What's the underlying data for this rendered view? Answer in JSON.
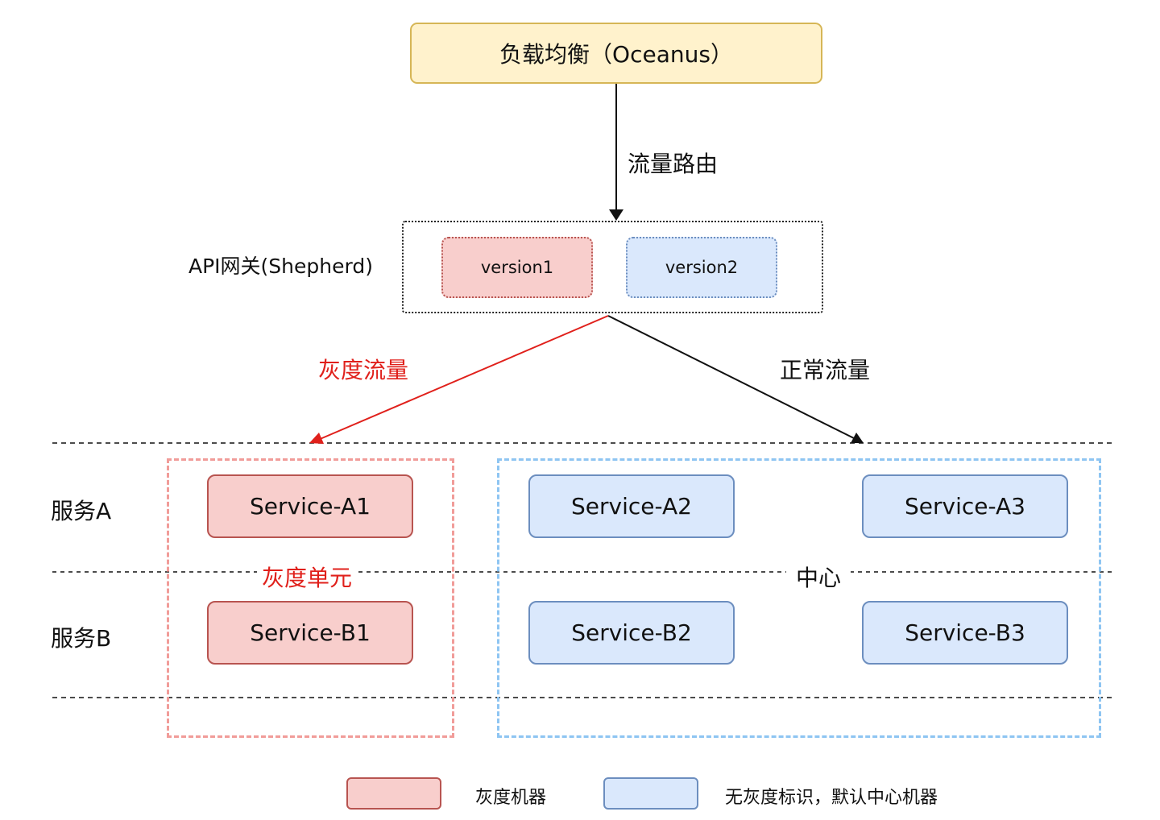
{
  "load_balancer": {
    "label": "负载均衡（Oceanus）"
  },
  "routing_edge": {
    "label": "流量路由"
  },
  "gateway": {
    "label": "API网关(Shepherd)",
    "versions": [
      "version1",
      "version2"
    ]
  },
  "traffic": {
    "gray_label": "灰度流量",
    "normal_label": "正常流量"
  },
  "rows": {
    "service_a": "服务A",
    "service_b": "服务B"
  },
  "zones": {
    "gray_unit": "灰度单元",
    "center": "中心"
  },
  "services": {
    "a1": "Service-A1",
    "a2": "Service-A2",
    "a3": "Service-A3",
    "b1": "Service-B1",
    "b2": "Service-B2",
    "b3": "Service-B3"
  },
  "legend": {
    "gray": "灰度机器",
    "center": "无灰度标识，默认中心机器"
  },
  "colors": {
    "gray_fill": "#f8cecc",
    "gray_stroke": "#b85450",
    "center_fill": "#dae8fc",
    "center_stroke": "#6c8ebf",
    "gray_arrow": "#e0201b",
    "normal_arrow": "#111111",
    "lb_fill": "#fff2cc",
    "lb_stroke": "#d6b656"
  }
}
